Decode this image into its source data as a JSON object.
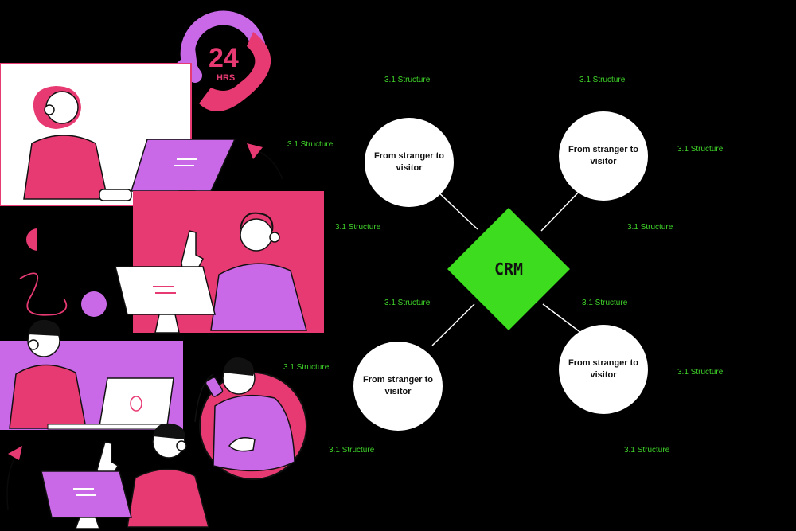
{
  "illustration": {
    "badge_number": "24",
    "badge_unit": "HRS"
  },
  "diagram": {
    "center": {
      "label": "CRM",
      "color": "#3ddc1e"
    },
    "nodes": [
      {
        "label": "From stranger to visitor"
      },
      {
        "label": "From stranger to visitor"
      },
      {
        "label": "From stranger to visitor"
      },
      {
        "label": "From stranger to visitor"
      }
    ],
    "labels": [
      "3.1 Structure",
      "3.1 Structure",
      "3.1 Structure",
      "3.1 Structure",
      "3.1 Structure",
      "3.1 Structure",
      "3.1 Structure",
      "3.1 Structure",
      "3.1 Structure",
      "3.1 Structure",
      "3.1 Structure",
      "3.1 Structure"
    ],
    "label_color": "#3fd429"
  },
  "colors": {
    "pink": "#e83a72",
    "purple": "#c969e8",
    "background": "#000000"
  }
}
